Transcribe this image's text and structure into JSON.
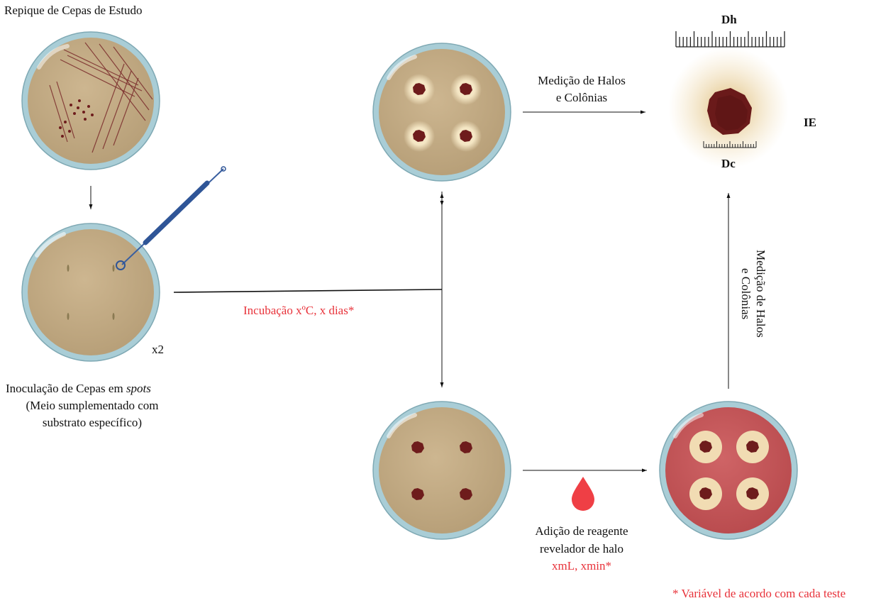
{
  "labels": {
    "repique": "Repique de Cepas de Estudo",
    "inoculacao_pre": "Inoculação de Cepas em ",
    "inoculacao_em": "spots",
    "meio_line1": "(Meio sumplementado com",
    "meio_line2": "substrato específico)",
    "x2": "x2",
    "incubacao": "Incubação xºC, x dias*",
    "medicao_line1": "Medição de Halos",
    "medicao_line2": "e Colônias",
    "medicao_vert_line1": "Medição de Halos",
    "medicao_vert_line2": "e Colônias",
    "adicao_line1": "Adição de reagente",
    "adicao_line2": "revelador de halo",
    "adicao_line3": "xmL, xmin*",
    "dh": "Dh",
    "dc": "Dc",
    "ie": "IE",
    "footnote": "* Variável de acordo com cada teste"
  },
  "colors": {
    "agar": "#c3ab84",
    "agar_dark": "#b29a72",
    "rim": "#a9cdd6",
    "rim_dark": "#7fa9b4",
    "colony": "#6e1c1c",
    "halo": "#f2e3c0",
    "red_agar": "#c9575a",
    "accent_red": "#e8323a",
    "needle": "#3a5fa0"
  },
  "icons": [
    "petri-dish",
    "inoculation-loop-icon",
    "reagent-drop-icon",
    "ruler-icon"
  ]
}
